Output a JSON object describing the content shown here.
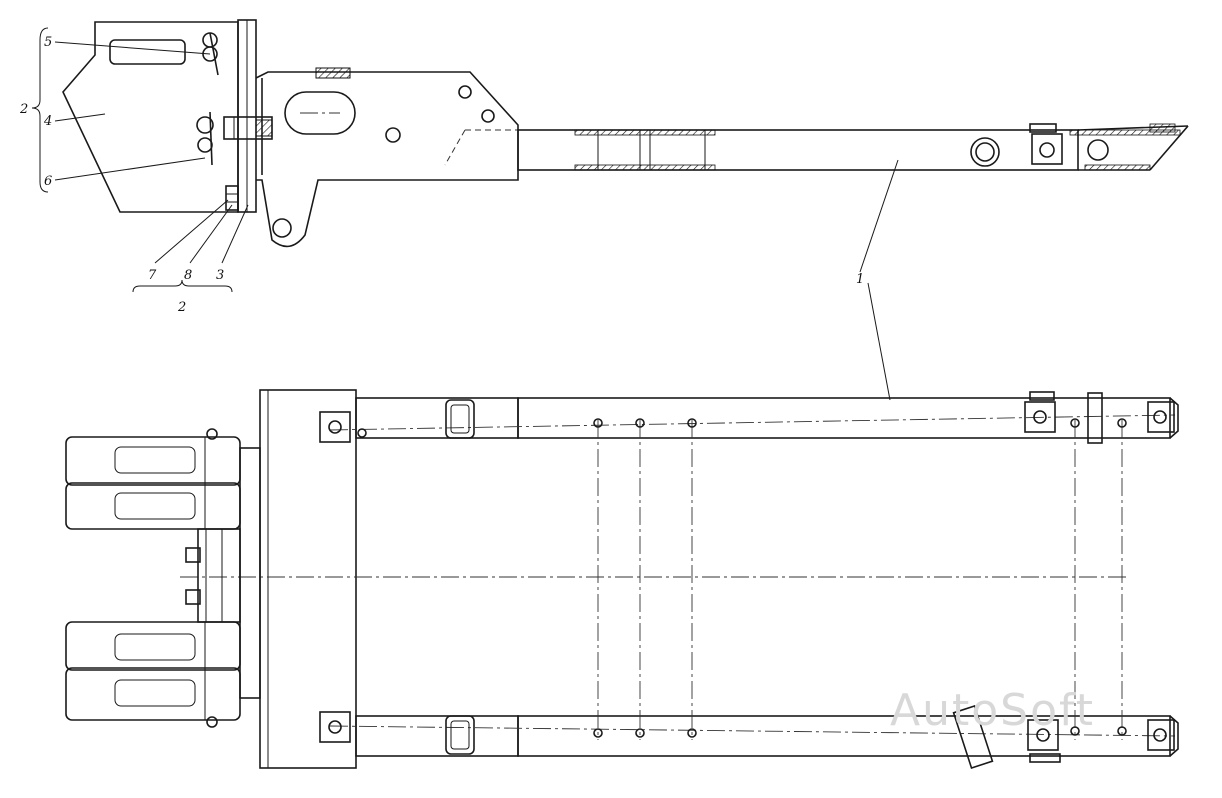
{
  "labels": {
    "part_1": "1",
    "part_2_left": "2",
    "part_2_bottom": "2",
    "part_3": "3",
    "part_4": "4",
    "part_5": "5",
    "part_6": "6",
    "part_7": "7",
    "part_8": "8"
  },
  "watermark": "AutoSoft"
}
